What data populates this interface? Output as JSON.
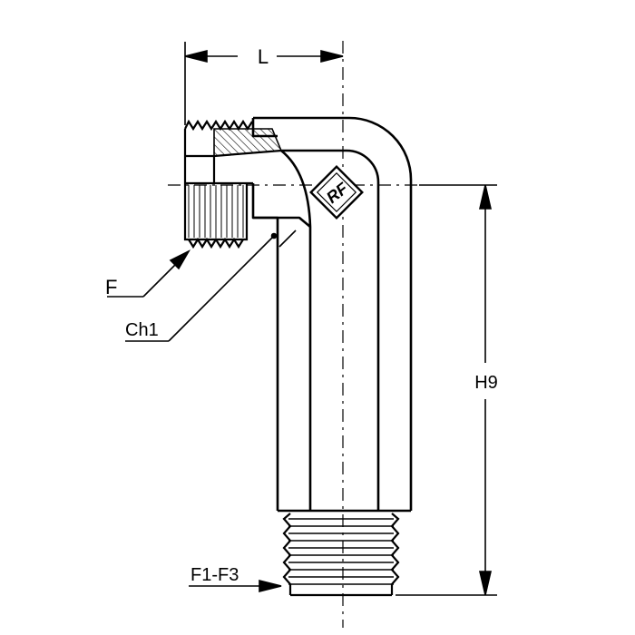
{
  "diagram": {
    "dimensions": {
      "length": "L",
      "height": "H9"
    },
    "callouts": {
      "female_thread": "F",
      "chamfer": "Ch1",
      "male_thread": "F1-F3"
    },
    "logo_text": "RF",
    "colors": {
      "line": "#000000",
      "background": "#ffffff"
    }
  }
}
